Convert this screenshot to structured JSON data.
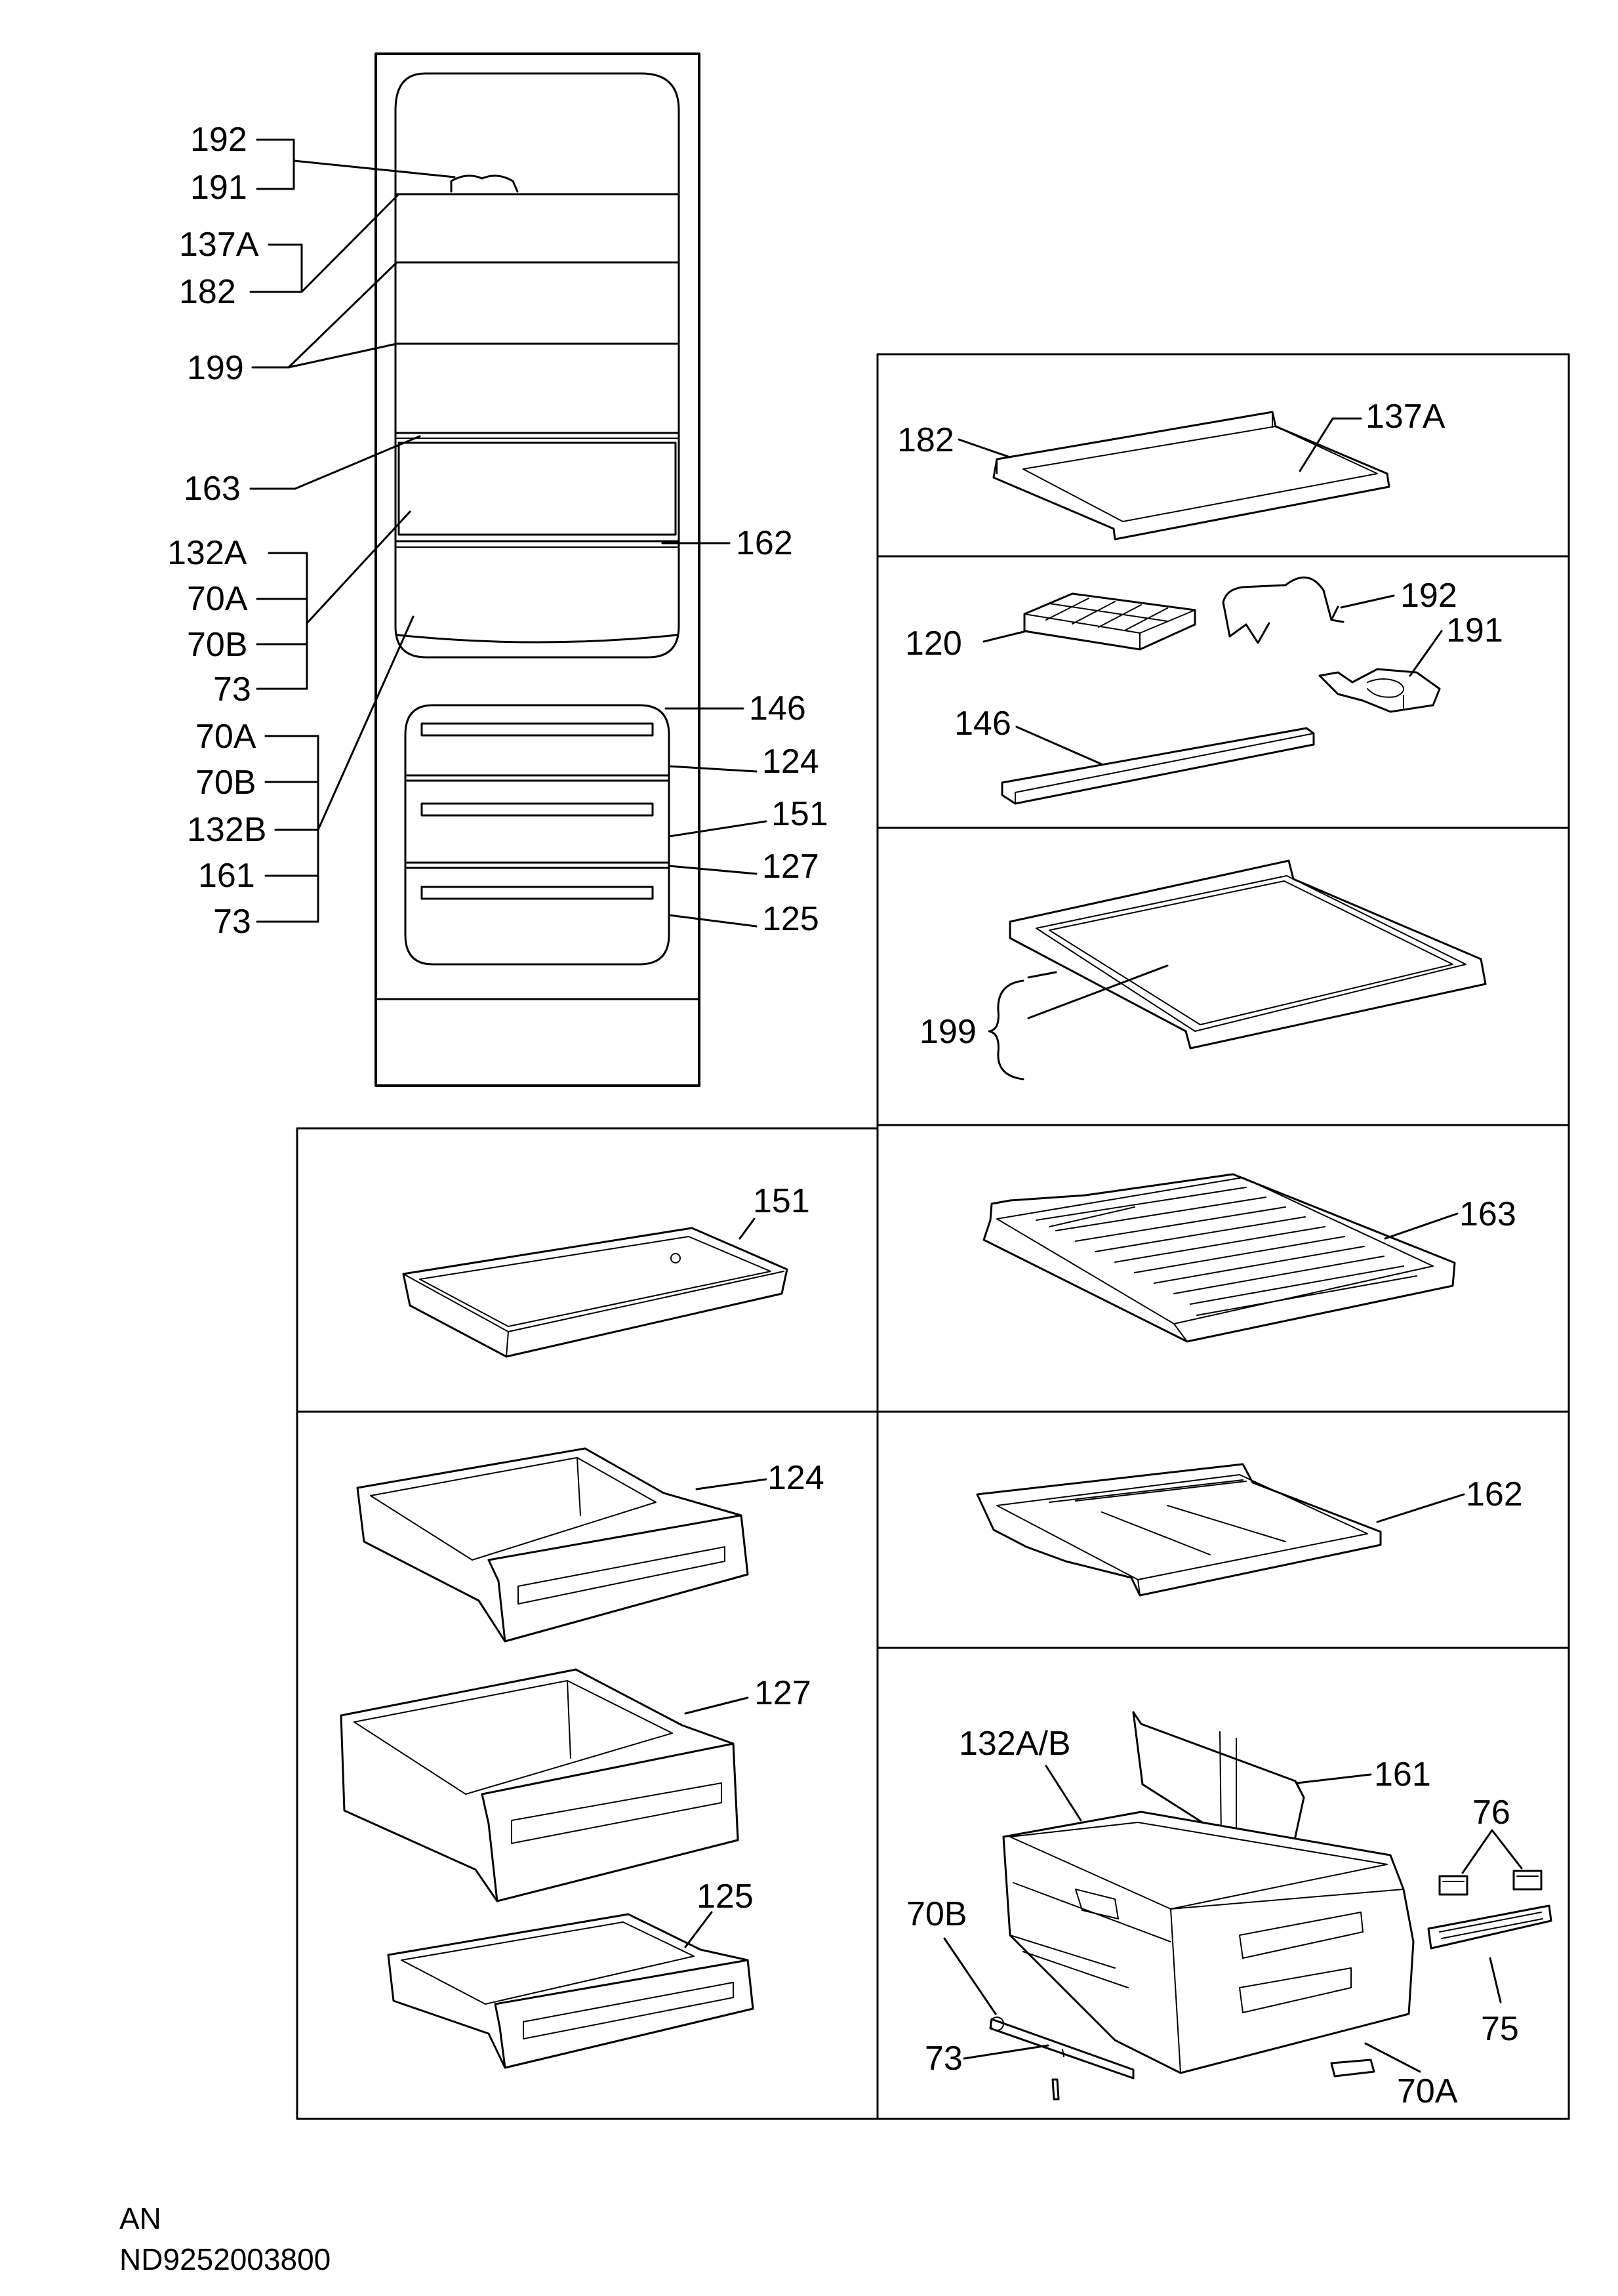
{
  "diagram": {
    "labels": {
      "l192": "192",
      "l191": "191",
      "l137A": "137A",
      "l182": "182",
      "l199": "199",
      "l163": "163",
      "l132A": "132A",
      "l70A": "70A",
      "l70B": "70B",
      "l73": "73",
      "l70A_2": "70A",
      "l70B_2": "70B",
      "l132B": "132B",
      "l161": "161",
      "l73_2": "73",
      "l162": "162",
      "l146": "146",
      "l124": "124",
      "l151": "151",
      "l127": "127",
      "l125": "125",
      "p182": "182",
      "p137A": "137A",
      "p120": "120",
      "p192": "192",
      "p191": "191",
      "p146": "146",
      "p199": "199",
      "p151": "151",
      "p163": "163",
      "p124": "124",
      "p162": "162",
      "p127": "127",
      "p125": "125",
      "p132AB": "132A/B",
      "p161": "161",
      "p76": "76",
      "p70B": "70B",
      "p75": "75",
      "p73": "73",
      "p70A": "70A"
    },
    "footer": {
      "line1": "AN",
      "line2": "ND9252003800"
    }
  }
}
